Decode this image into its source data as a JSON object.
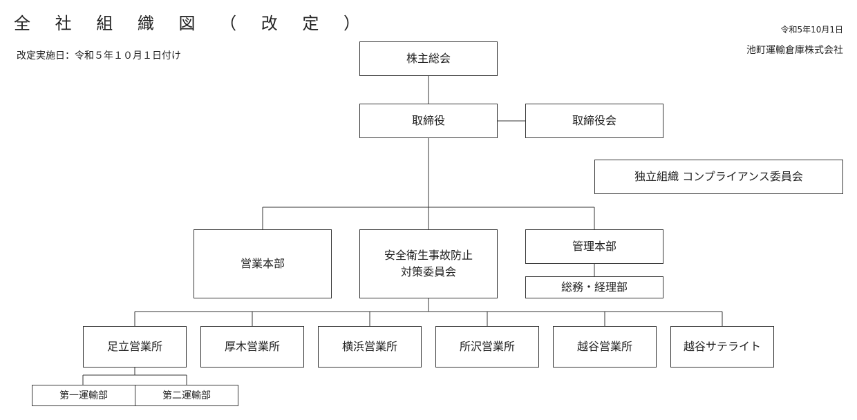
{
  "header": {
    "title": "全 社 組 織 図 （ 改 定 ）",
    "effective_note": "改定実施日：令和５年１０月１日付け",
    "date": "令和5年10月1日",
    "company": "池町運輸倉庫株式会社"
  },
  "org": {
    "shareholders": "株主総会",
    "director": "取締役",
    "board": "取締役会",
    "compliance": "独立組織 コンプライアンス委員会",
    "sales_hq": "営業本部",
    "safety_committee": "安全衛生事故防止\n対策委員会",
    "admin_hq": "管理本部",
    "general_affairs": "総務・経理部",
    "offices": [
      "足立営業所",
      "厚木営業所",
      "横浜営業所",
      "所沢営業所",
      "越谷営業所",
      "越谷サテライト"
    ],
    "transport_1": "第一運輸部",
    "transport_2": "第二運輸部"
  }
}
